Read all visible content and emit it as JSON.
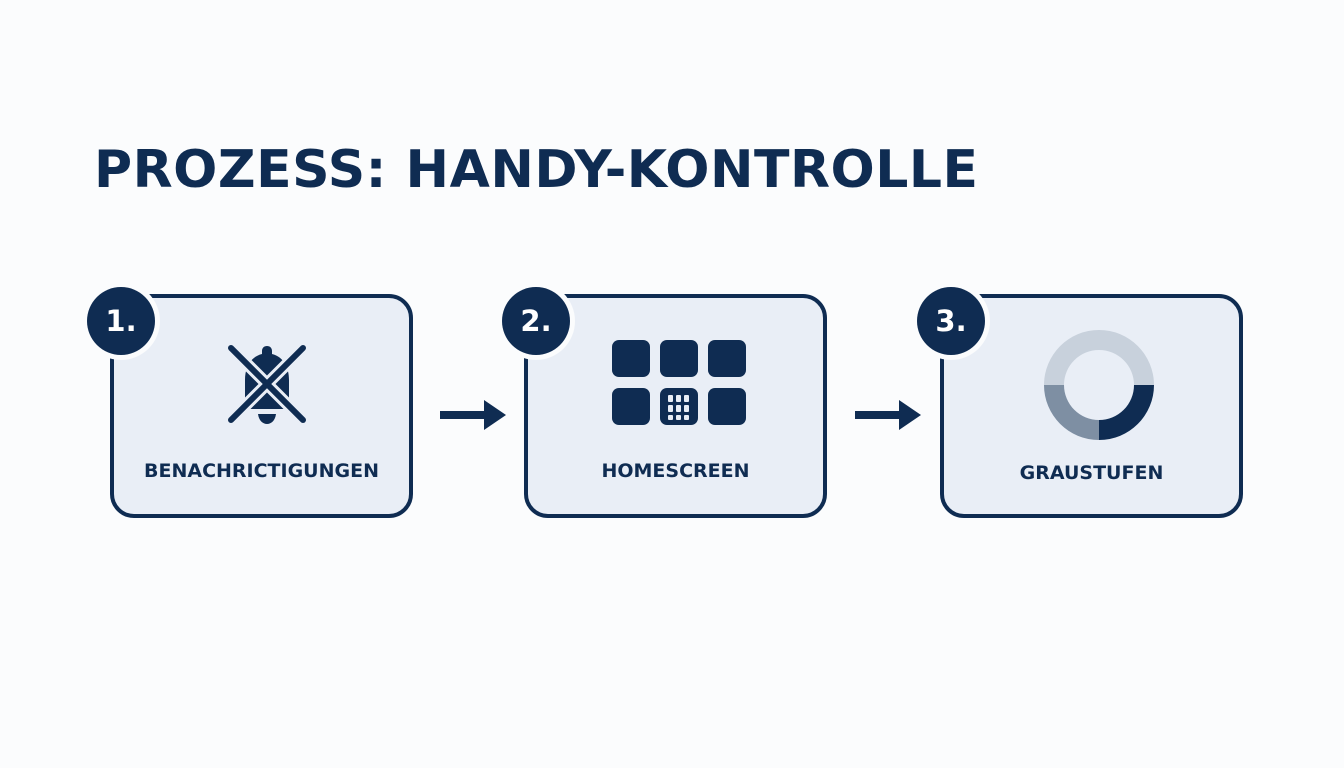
{
  "title": "PROZESS: HANDY-KONTROLLE",
  "colors": {
    "primary": "#0f2c52",
    "card_fill": "#e9eef6",
    "ring_light": "#c8d1dc",
    "ring_mid": "#7e8fa3",
    "background": "#fbfcfd"
  },
  "steps": [
    {
      "number": "1.",
      "label": "BENACHRICTIGUNGEN",
      "icon": "bell-muted-icon"
    },
    {
      "number": "2.",
      "label": "HOMESCREEN",
      "icon": "app-grid-icon"
    },
    {
      "number": "3.",
      "label": "GRAUSTUFEN",
      "icon": "grayscale-ring-icon"
    }
  ]
}
